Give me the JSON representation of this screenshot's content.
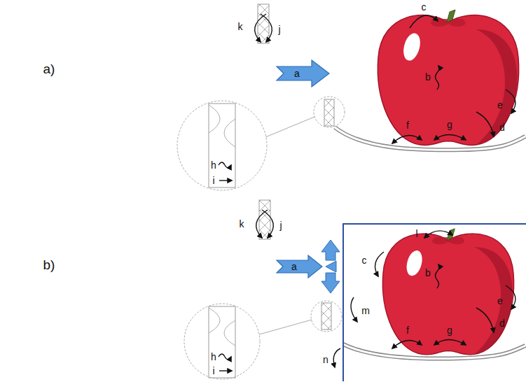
{
  "diagram": {
    "labels": [
      "a)",
      "k",
      "j",
      "c",
      "a",
      "b",
      "e",
      "d",
      "f",
      "g",
      "h",
      "i",
      "b)",
      "k",
      "j",
      "l",
      "c",
      "a",
      "b",
      "e",
      "m",
      "d",
      "n",
      "f",
      "g",
      "h",
      "i"
    ]
  }
}
